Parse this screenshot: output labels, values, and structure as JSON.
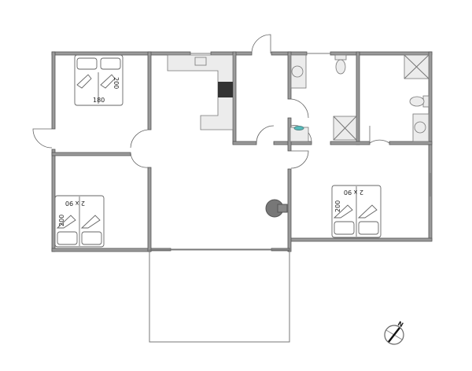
{
  "floorplan": {
    "bedroom_1": {
      "bed_width": "180",
      "bed_length": "200"
    },
    "bedroom_2": {
      "bed_size": "2 x 90",
      "bed_length": "200"
    },
    "bedroom_3": {
      "bed_size": "2 x 90",
      "bed_length": "200"
    },
    "compass": {
      "label": "N"
    }
  },
  "colors": {
    "wall": "#9a9a9a",
    "stove": "#333333",
    "fireplace": "#777777",
    "counter": "#ececec"
  }
}
